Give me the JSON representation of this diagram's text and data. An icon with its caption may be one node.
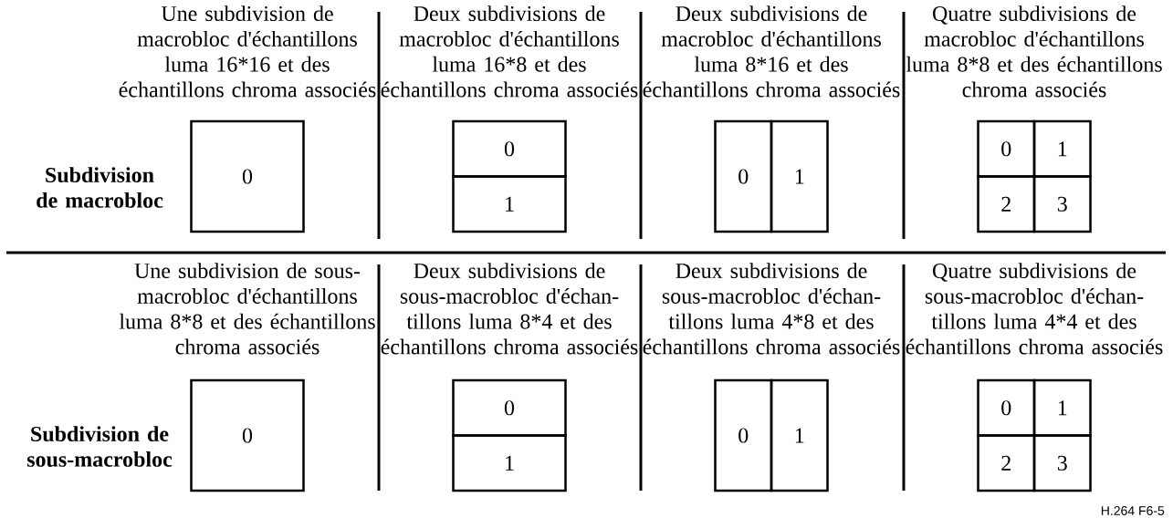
{
  "diagram": {
    "nodes": [
      {
        "text": [
          "0"
        ]
      },
      {
        "text": [
          "0"
        ]
      },
      {
        "text": [
          "1"
        ]
      },
      {
        "text": [
          "0"
        ]
      },
      {
        "text": [
          "1"
        ]
      },
      {
        "text": [
          "0"
        ]
      },
      {
        "text": [
          "1"
        ]
      },
      {
        "text": [
          "2"
        ]
      },
      {
        "text": [
          "3"
        ]
      },
      {
        "text": [
          "0"
        ]
      },
      {
        "text": [
          "0"
        ]
      },
      {
        "text": [
          "1"
        ]
      },
      {
        "text": [
          "0"
        ]
      },
      {
        "text": [
          "1"
        ]
      },
      {
        "text": [
          "0"
        ]
      },
      {
        "text": [
          "1"
        ]
      },
      {
        "text": [
          "2"
        ]
      },
      {
        "text": [
          "3"
        ]
      }
    ],
    "labels": [
      "Une subdivision de macrobloc d'échantillons luma 16*16 et des échantillons chroma associés",
      "Deux subdivisions de macrobloc d'échantillons luma 16*8 et des échantillons chroma associés",
      "Deux subdivisions de macrobloc d'échantillons luma 8*16 et des échantillons chroma associés",
      "Quatre subdivisions de macrobloc d'échantillons luma 8*8 et des échantillons chroma associés",
      "Subdivision de macrobloc",
      "Une subdivision de sous-macrobloc d'échantillons luma 8*8 et des échantillons chroma associés",
      "Deux subdivisions de sous-macrobloc d'échan-tillons luma 8*4 et des échantillons chroma associés",
      "Deux subdivisions de sous-macrobloc d'échan-tillons luma 4*8 et des échantillons chroma associés",
      "Quatre subdivisions de sous-macrobloc d'échan-tillons luma 4*4 et des échantillons chroma associés",
      "Subdivision de sous-macrobloc",
      "H.264 F6-5"
    ]
  }
}
